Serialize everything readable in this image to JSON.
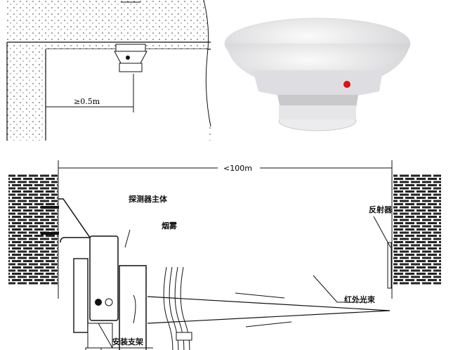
{
  "top_diagram": {
    "distance_label": "≥0.5m"
  },
  "bottom_diagram": {
    "distance_label": "<100m",
    "detector_body_label": "探测器主体",
    "smoke_label": "烟雾",
    "reflector_label": "反射器",
    "ir_beam_label": "红外光束",
    "mount_bracket_label": "安装支架"
  }
}
